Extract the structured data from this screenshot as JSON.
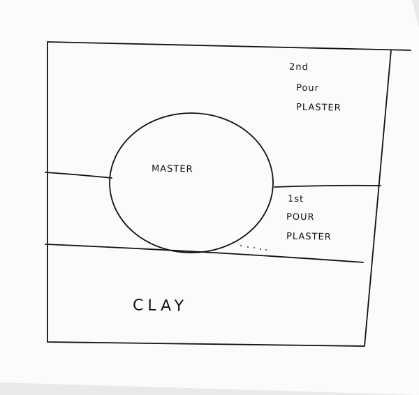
{
  "diagram": {
    "labels": {
      "master": "MASTER",
      "second_pour": [
        "2nd",
        "Pour",
        "PLASTER"
      ],
      "first_pour": [
        "1st",
        "POUR",
        "PLASTER"
      ],
      "clay": "CLAY"
    }
  }
}
